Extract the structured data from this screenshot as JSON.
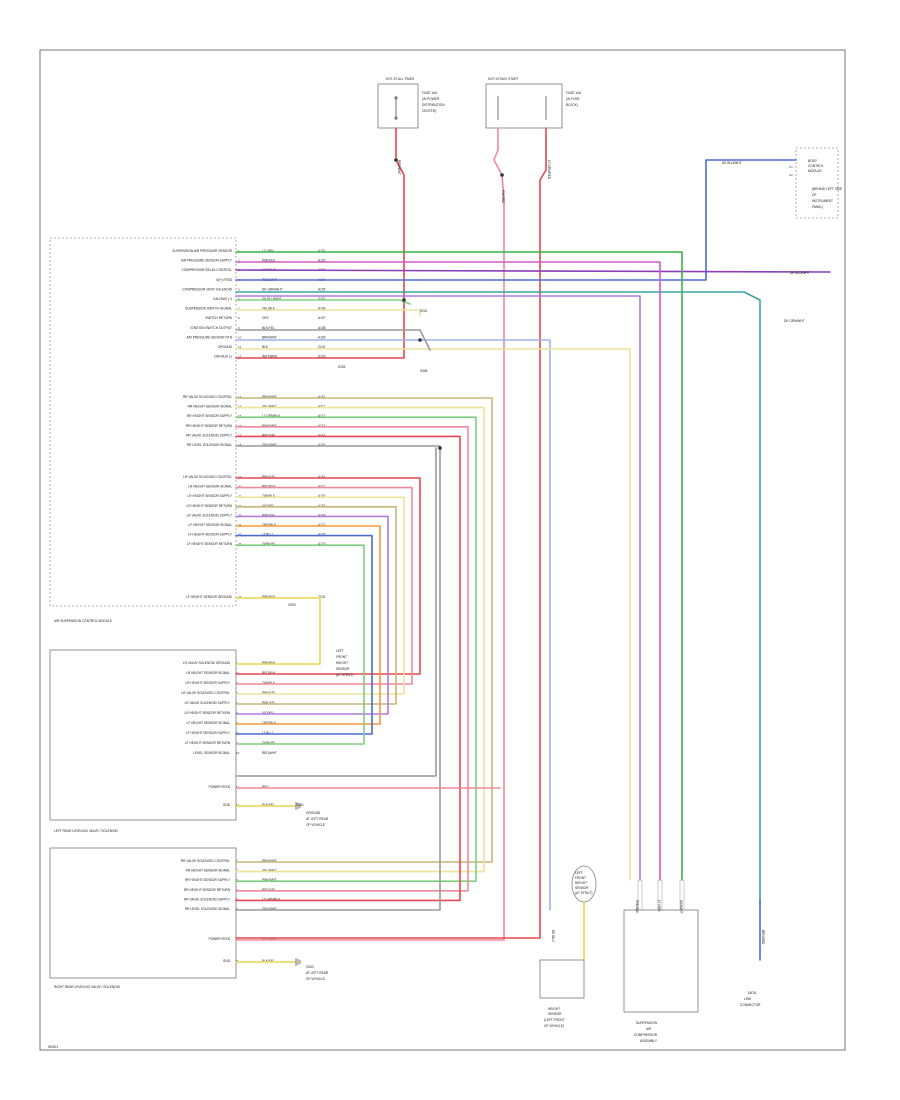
{
  "page": {
    "code": "W0001"
  },
  "colors": {
    "red": "#e8474f",
    "pink": "#f08a9a",
    "green": "#37b34a",
    "lightgreen": "#7fd07c",
    "purple": "#8a3fb8",
    "violet": "#b47ae0",
    "blue": "#4a6bd6",
    "lightblue": "#9fb0f0",
    "yellow": "#e8d84a",
    "paleyellow": "#efe39a",
    "orange": "#f29a3a",
    "grey": "#9a9a9a",
    "tan": "#c9b57a",
    "teal": "#3aa6a0",
    "magenta": "#d05ad0"
  },
  "components": {
    "top_fuse_left": {
      "title": "HOT AT ALL TIMES",
      "desc": [
        "FUSE 15A",
        "(IN POWER",
        "DISTRIBUTION",
        "CENTER)"
      ]
    },
    "top_fuse_right": {
      "title": "HOT IN RUN, START",
      "desc": [
        "FUSE 10A",
        "(IN FUSE",
        "BLOCK)"
      ]
    },
    "right_module": {
      "title": [
        "BODY",
        "CONTROL",
        "MODULE"
      ],
      "desc": [
        "(BEHIND LEFT SIDE",
        "OF",
        "INSTRUMENT",
        "PANEL)"
      ]
    },
    "main_module_label": "AIR SUSPENSION CONTROL MODULE",
    "left_rear_module_label": "LEFT REAR LEVELING VALVE / SOLENOID",
    "right_rear_module_label": "RIGHT REAR LEVELING VALVE / SOLENOID",
    "ground_labels": [
      "G200",
      "G301",
      "G302"
    ],
    "splice_labels": [
      "S201",
      "S305",
      "S306"
    ],
    "relay_label": [
      "LEFT",
      "FRONT",
      "HEIGHT",
      "SENSOR",
      "(AT STRUT)"
    ],
    "sensor_bottom": {
      "title": [
        "HEIGHT",
        "SENSOR"
      ],
      "desc": [
        "(LEFT FRONT",
        "OF VEHICLE)"
      ]
    },
    "compressor_label": [
      "SUSPENSION",
      "AIR",
      "COMPRESSOR",
      "ASSEMBLY"
    ],
    "dlc_label": [
      "DATA",
      "LINK",
      "CONNECTOR"
    ],
    "ground_text": [
      "GROUND",
      "AT LEFT REAR",
      "OF VEHICLE"
    ],
    "vert_tags": [
      "DK BLU",
      "PNK/BLK",
      "LT GRN",
      "VIO/WHT",
      "BRN/RED"
    ],
    "right_tags": [
      "DK BLU/WHT",
      "DK GRN/WHT"
    ],
    "top_wire_tags": [
      "RED/WHT",
      "PNK/BLK",
      "LT GRN/RED"
    ],
    "right_module_pins": [
      "C1",
      "C2"
    ],
    "right_module_tag": "DK BLU/WHT"
  },
  "main_module": {
    "rows_top": [
      {
        "pin": "1",
        "label": "SUSPENSION AIR PRESSURE SENSOR",
        "wire": "LT GRN",
        "code": "A101"
      },
      {
        "pin": "2",
        "label": "AIR PRESSURE SENSOR SUPPLY",
        "wire": "PNK/BLK",
        "code": "A102"
      },
      {
        "pin": "3",
        "label": "COMPRESSOR RELAY CONTROL",
        "wire": "VIO/WHT",
        "code": "A103"
      },
      {
        "pin": "4",
        "label": "B(+) FEED",
        "wire": "RED/WHT",
        "code": "A104"
      },
      {
        "pin": "5",
        "label": "COMPRESSOR VENT SOLENOID",
        "wire": "DK GRN/WHT",
        "code": "A105"
      },
      {
        "pin": "6",
        "label": "CAN BUS (+)",
        "wire": "DK BLU/WHT",
        "code": "D101"
      },
      {
        "pin": "7",
        "label": "SUSPENSION SWITCH SIGNAL",
        "wire": "YEL/BLK",
        "code": "A106"
      },
      {
        "pin": "8",
        "label": "SWITCH RETURN",
        "wire": "GRY",
        "code": "A107"
      },
      {
        "pin": "9",
        "label": "IGNITION SWITCH OUTPUT",
        "wire": "BLK/YEL",
        "code": "A108"
      },
      {
        "pin": "10",
        "label": "AIR PRESSURE SENSOR RTN",
        "wire": "BRN/WHT",
        "code": "A109"
      },
      {
        "pin": "11",
        "label": "GROUND",
        "wire": "BLK",
        "code": "Z101"
      },
      {
        "pin": "12",
        "label": "CAN BUS (-)",
        "wire": "WHT/BRN",
        "code": "D102"
      }
    ],
    "rows_mid": [
      {
        "pin": "13",
        "label": "RR VALVE SOLENOID CONTROL",
        "wire": "BRN/WHT",
        "code": "A110"
      },
      {
        "pin": "14",
        "label": "RR HEIGHT SENSOR SIGNAL",
        "wire": "YEL/WHT",
        "code": "A111"
      },
      {
        "pin": "15",
        "label": "RR HEIGHT SENSOR SUPPLY",
        "wire": "LT GRN/BLK",
        "code": "A112"
      },
      {
        "pin": "16",
        "label": "RR HEIGHT SENSOR RETURN",
        "wire": "PNK/WHT",
        "code": "A113"
      },
      {
        "pin": "17",
        "label": "RR VALVE SOLENOID SUPPLY",
        "wire": "RED/YEL",
        "code": "A114"
      },
      {
        "pin": "18",
        "label": "RR LEVEL SOLENOID SIGNAL",
        "wire": "GRY/WHT",
        "code": "A115"
      }
    ],
    "rows_low": [
      {
        "pin": "19",
        "label": "LR VALVE SOLENOID CONTROL",
        "wire": "BRN/YEL",
        "code": "A116"
      },
      {
        "pin": "20",
        "label": "LR HEIGHT SENSOR SIGNAL",
        "wire": "RED/BLK",
        "code": "A117"
      },
      {
        "pin": "21",
        "label": "LR HEIGHT SENSOR SUPPLY",
        "wire": "TAN/BLK",
        "code": "A118"
      },
      {
        "pin": "22",
        "label": "LR HEIGHT SENSOR RETURN",
        "wire": "VIO/YEL",
        "code": "A119"
      },
      {
        "pin": "23",
        "label": "LR VALVE SOLENOID SUPPLY",
        "wire": "PNK/YEL",
        "code": "A120"
      },
      {
        "pin": "24",
        "label": "LF HEIGHT SENSOR SIGNAL",
        "wire": "ORG/BLK",
        "code": "A121"
      },
      {
        "pin": "25",
        "label": "LF HEIGHT SENSOR SUPPLY",
        "wire": "LT BLU",
        "code": "A122"
      },
      {
        "pin": "26",
        "label": "LF HEIGHT SENSOR RETURN",
        "wire": "GRN/YEL",
        "code": "A123"
      }
    ],
    "row_bottom": {
      "pin": "27",
      "label": "LF HEIGHT SENSOR GROUND",
      "wire": "BRN/BLK",
      "code": "Z102"
    }
  },
  "left_rear_module": {
    "rows": [
      {
        "pin": "1",
        "label": "LR VALVE SOLENOID GROUND",
        "wire": "BRN/BLK"
      },
      {
        "pin": "2",
        "label": "LR HEIGHT SENSOR SIGNAL",
        "wire": "RED/BLK"
      },
      {
        "pin": "3",
        "label": "LR HEIGHT SENSOR SUPPLY",
        "wire": "TAN/BLK"
      },
      {
        "pin": "4",
        "label": "LR VALVE SOLENOID CONTROL",
        "wire": "BRN/YEL"
      },
      {
        "pin": "5",
        "label": "LR VALVE SOLENOID SUPPLY",
        "wire": "PNK/YEL"
      },
      {
        "pin": "6",
        "label": "LR HEIGHT SENSOR RETURN",
        "wire": "VIO/YEL"
      },
      {
        "pin": "7",
        "label": "LF HEIGHT SENSOR SIGNAL",
        "wire": "ORG/BLK"
      },
      {
        "pin": "8",
        "label": "LF HEIGHT SENSOR SUPPLY",
        "wire": "LT BLU"
      },
      {
        "pin": "9",
        "label": "LF HEIGHT SENSOR RETURN",
        "wire": "GRN/YEL"
      },
      {
        "pin": "10",
        "label": "LEVEL SENSOR SIGNAL",
        "wire": "RED/WHT"
      }
    ],
    "power": {
      "pin": "11",
      "label": "POWER FEED",
      "wire": "RED"
    },
    "ground": {
      "pin": "12",
      "label": "GND",
      "wire": "BLK/YEL"
    }
  },
  "right_rear_module": {
    "rows": [
      {
        "pin": "1",
        "label": "RR VALVE SOLENOID CONTROL",
        "wire": "BRN/WHT"
      },
      {
        "pin": "2",
        "label": "RR HEIGHT SENSOR SIGNAL",
        "wire": "YEL/WHT"
      },
      {
        "pin": "3",
        "label": "RR HEIGHT SENSOR SUPPLY",
        "wire": "PNK/WHT"
      },
      {
        "pin": "4",
        "label": "RR HEIGHT SENSOR RETURN",
        "wire": "RED/YEL"
      },
      {
        "pin": "5",
        "label": "RR VALVE SOLENOID SUPPLY",
        "wire": "LT GRN/BLK"
      },
      {
        "pin": "6",
        "label": "RR LEVEL SOLENOID SIGNAL",
        "wire": "GRY/WHT"
      }
    ],
    "power": {
      "pin": "7",
      "label": "POWER FEED",
      "wire": "RED/WHT"
    },
    "ground": {
      "pin": "8",
      "label": "GND",
      "wire": "BLK/YEL"
    }
  }
}
